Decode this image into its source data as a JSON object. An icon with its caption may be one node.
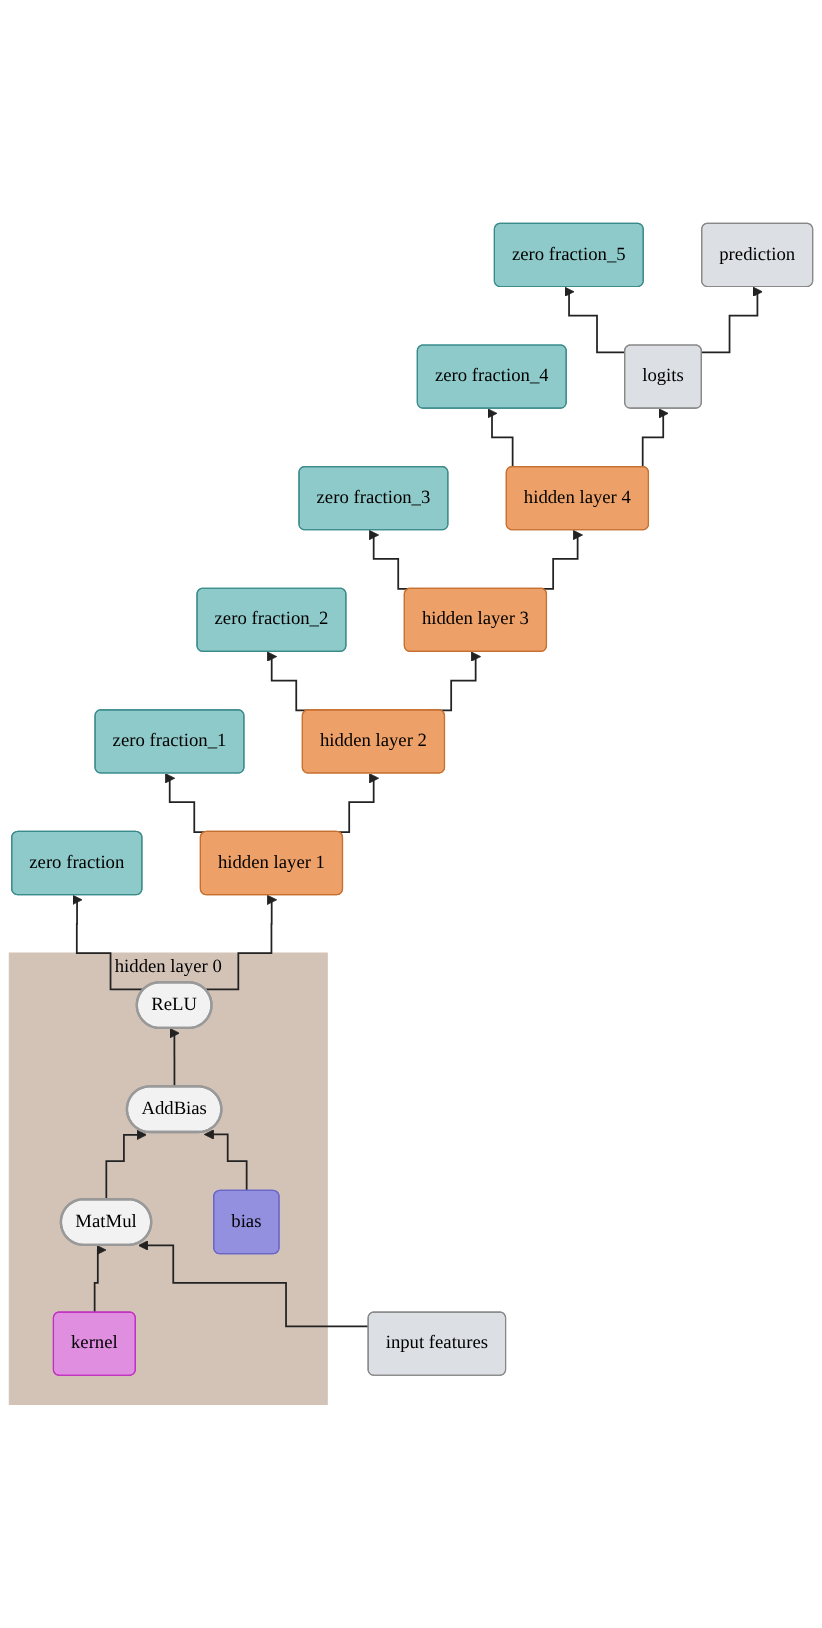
{
  "diagram": {
    "nodes": [
      {
        "text": [
          "zero fraction_5"
        ]
      },
      {
        "text": [
          "prediction"
        ]
      },
      {
        "text": [
          "zero fraction_4"
        ]
      },
      {
        "text": [
          "logits"
        ]
      },
      {
        "text": [
          "zero fraction_3"
        ]
      },
      {
        "text": [
          "hidden layer 4"
        ]
      },
      {
        "text": [
          "zero fraction_2"
        ]
      },
      {
        "text": [
          "hidden layer 3"
        ]
      },
      {
        "text": [
          "zero fraction_1"
        ]
      },
      {
        "text": [
          "hidden layer 2"
        ]
      },
      {
        "text": [
          "zero fraction"
        ]
      },
      {
        "text": [
          "hidden layer 1"
        ]
      },
      {
        "text": [
          "hidden layer 0"
        ]
      },
      {
        "text": [
          "ReLU"
        ],
        "in": 12
      },
      {
        "text": [
          "AddBias"
        ],
        "in": 12
      },
      {
        "text": [
          "MatMul"
        ],
        "in": 12
      },
      {
        "text": [
          "kernel"
        ],
        "in": 12
      },
      {
        "text": [
          "bias"
        ],
        "in": 12
      },
      {
        "text": [
          "input features"
        ]
      }
    ],
    "edges": [
      {
        "from": 13,
        "to": 10,
        "arrow": "to"
      },
      {
        "from": 13,
        "to": 11,
        "arrow": "to"
      },
      {
        "from": 11,
        "to": 8,
        "arrow": "to"
      },
      {
        "from": 11,
        "to": 9,
        "arrow": "to"
      },
      {
        "from": 9,
        "to": 6,
        "arrow": "to"
      },
      {
        "from": 9,
        "to": 7,
        "arrow": "to"
      },
      {
        "from": 7,
        "to": 4,
        "arrow": "to"
      },
      {
        "from": 7,
        "to": 5,
        "arrow": "to"
      },
      {
        "from": 5,
        "to": 2,
        "arrow": "to"
      },
      {
        "from": 5,
        "to": 3,
        "arrow": "to"
      },
      {
        "from": 3,
        "to": 0,
        "arrow": "to"
      },
      {
        "from": 3,
        "to": 1,
        "arrow": "to"
      },
      {
        "from": 14,
        "to": 13,
        "arrow": "to"
      },
      {
        "from": 15,
        "to": 14,
        "arrow": "to"
      },
      {
        "from": 17,
        "to": 14,
        "arrow": "to"
      },
      {
        "from": 16,
        "to": 15,
        "arrow": "to"
      },
      {
        "from": 18,
        "to": 15,
        "arrow": "to"
      }
    ]
  }
}
